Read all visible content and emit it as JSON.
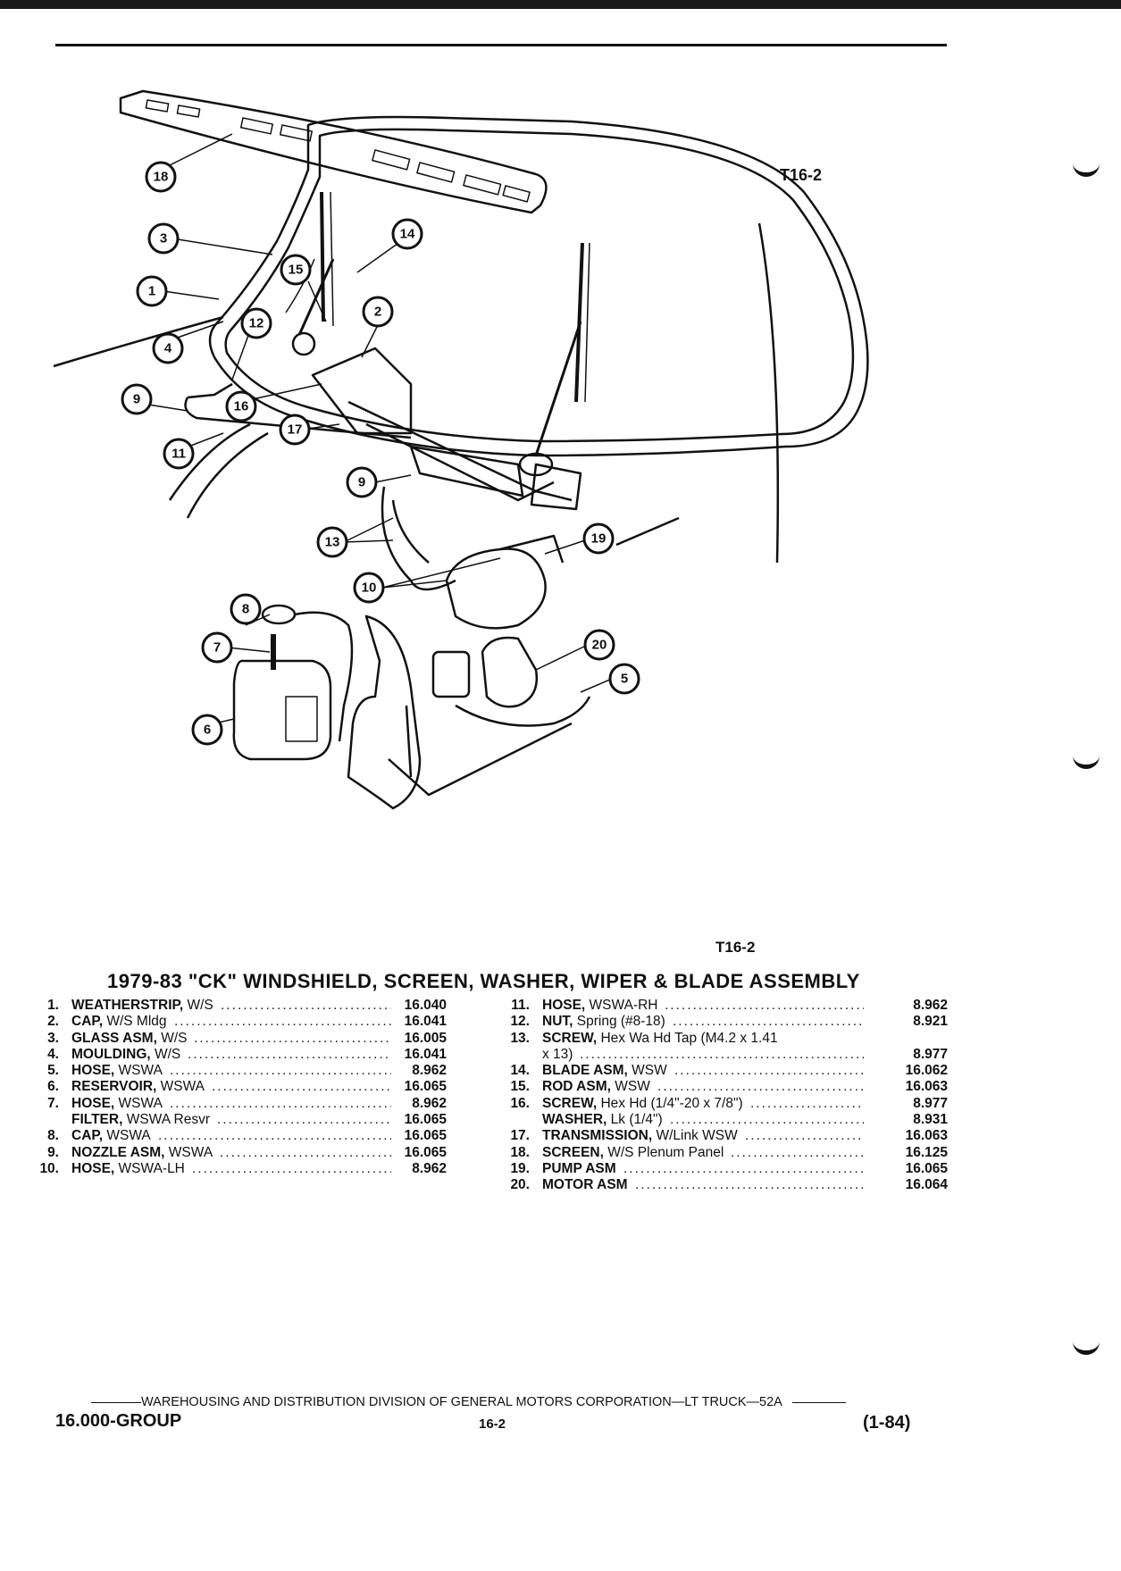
{
  "figure_ref_top": "T16-2",
  "figure_ref_bottom": "T16-2",
  "title": "1979-83 \"CK\" WINDSHIELD, SCREEN, WASHER, WIPER & BLADE ASSEMBLY",
  "callouts": [
    "18",
    "3",
    "14",
    "15",
    "1",
    "2",
    "12",
    "4",
    "9",
    "16",
    "17",
    "11",
    "9",
    "13",
    "10",
    "19",
    "8",
    "7",
    "20",
    "5",
    "6"
  ],
  "parts_left": [
    {
      "num": "1.",
      "name": "WEATHERSTRIP,",
      "desc": " W/S",
      "code": "16.040"
    },
    {
      "num": "2.",
      "name": "CAP,",
      "desc": " W/S Mldg",
      "code": "16.041"
    },
    {
      "num": "3.",
      "name": "GLASS ASM,",
      "desc": " W/S",
      "code": "16.005"
    },
    {
      "num": "4.",
      "name": "MOULDING,",
      "desc": " W/S",
      "code": "16.041"
    },
    {
      "num": "5.",
      "name": "HOSE,",
      "desc": " WSWA",
      "code": "8.962"
    },
    {
      "num": "6.",
      "name": "RESERVOIR,",
      "desc": " WSWA",
      "code": "16.065"
    },
    {
      "num": "7.",
      "name": "HOSE,",
      "desc": " WSWA",
      "code": "8.962"
    },
    {
      "num": "",
      "name": "FILTER,",
      "desc": " WSWA Resvr",
      "code": "16.065"
    },
    {
      "num": "8.",
      "name": "CAP,",
      "desc": " WSWA",
      "code": "16.065"
    },
    {
      "num": "9.",
      "name": "NOZZLE ASM,",
      "desc": " WSWA",
      "code": "16.065"
    },
    {
      "num": "10.",
      "name": "HOSE,",
      "desc": " WSWA-LH",
      "code": "8.962"
    }
  ],
  "parts_right": [
    {
      "num": "11.",
      "name": "HOSE,",
      "desc": " WSWA-RH",
      "code": "8.962"
    },
    {
      "num": "12.",
      "name": "NUT,",
      "desc": " Spring (#8-18)",
      "code": "8.921"
    },
    {
      "num": "13.",
      "name": "SCREW,",
      "desc": " Hex Wa Hd Tap (M4.2 x 1.41",
      "code": ""
    },
    {
      "num": "",
      "name": "",
      "desc": "x 13)",
      "code": "8.977"
    },
    {
      "num": "14.",
      "name": "BLADE ASM,",
      "desc": " WSW",
      "code": "16.062"
    },
    {
      "num": "15.",
      "name": "ROD ASM,",
      "desc": " WSW",
      "code": "16.063"
    },
    {
      "num": "16.",
      "name": "SCREW,",
      "desc": " Hex Hd (1/4\"-20 x 7/8\")",
      "code": "8.977"
    },
    {
      "num": "",
      "name": "WASHER,",
      "desc": " Lk (1/4\")",
      "code": "8.931"
    },
    {
      "num": "17.",
      "name": "TRANSMISSION,",
      "desc": " W/Link WSW",
      "code": "16.063"
    },
    {
      "num": "18.",
      "name": "SCREEN,",
      "desc": " W/S Plenum Panel",
      "code": "16.125"
    },
    {
      "num": "19.",
      "name": "PUMP ASM",
      "desc": "",
      "code": "16.065"
    },
    {
      "num": "20.",
      "name": "MOTOR ASM",
      "desc": "",
      "code": "16.064"
    }
  ],
  "footer": {
    "division": "WAREHOUSING AND DISTRIBUTION  DIVISION OF GENERAL MOTORS CORPORATION—LT TRUCK—52A",
    "group": "16.000-GROUP",
    "page": "16-2",
    "date": "(1-84)"
  }
}
